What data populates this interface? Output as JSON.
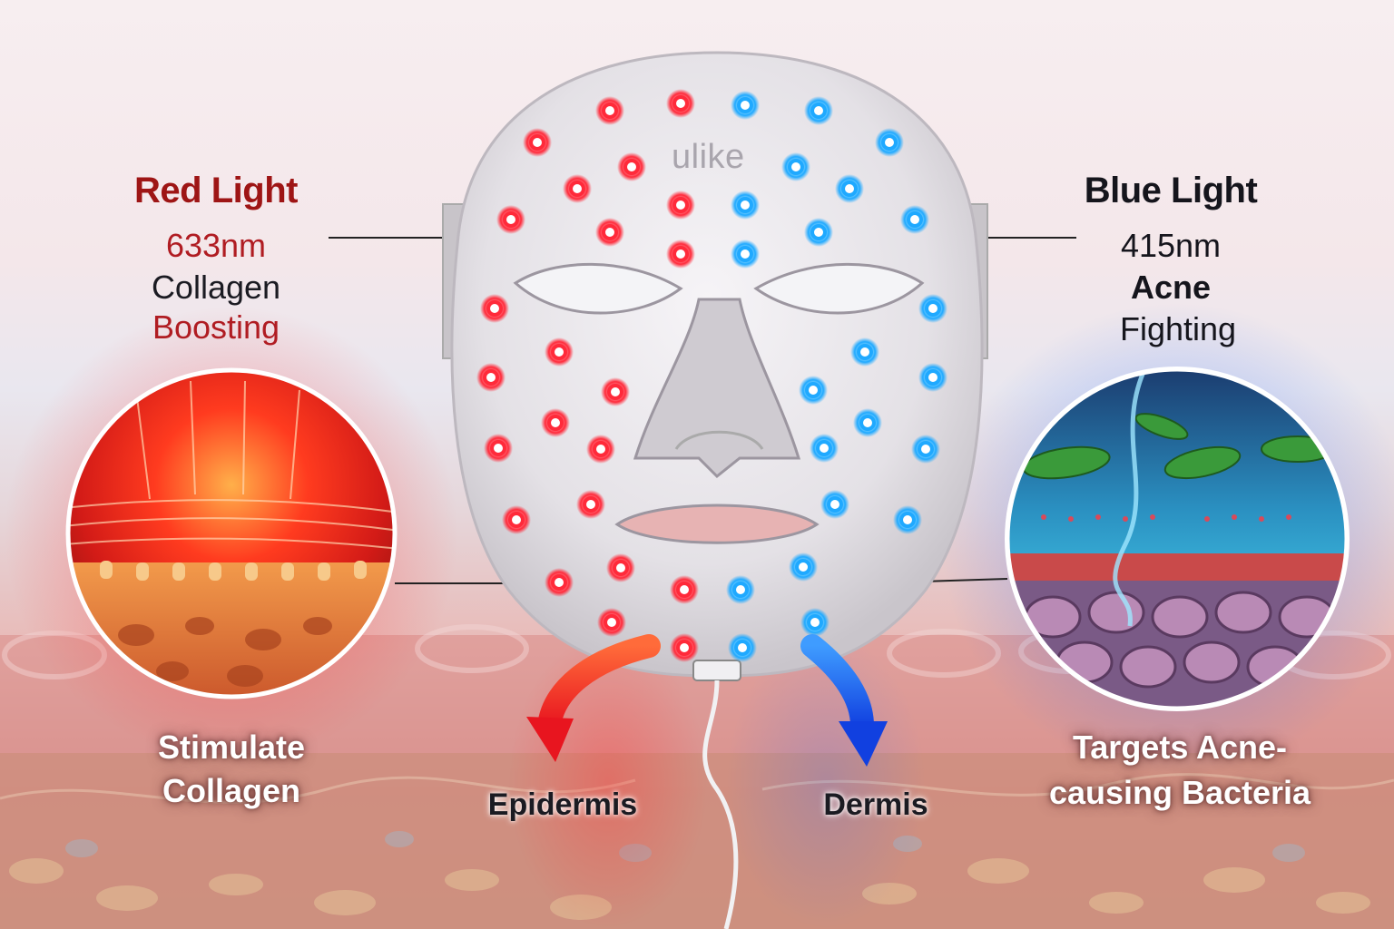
{
  "brand": "ulike",
  "red_light": {
    "title": "Red Light",
    "wavelength": "633nm",
    "benefit_line1": "Collagen",
    "benefit_line2": "Boosting",
    "caption_line1": "Stimulate",
    "caption_line2": "Collagen"
  },
  "blue_light": {
    "title": "Blue Light",
    "wavelength": "415nm",
    "benefit_line1": "Acne",
    "benefit_line2": "Fighting",
    "caption_line1": "Targets Acne-",
    "caption_line2": "causing Bacteria"
  },
  "layers": {
    "epidermis": "Epidermis",
    "dermis": "Dermis"
  },
  "colors": {
    "red_title": "#9e1515",
    "red_accent": "#b01c22",
    "blue_title": "#15151c",
    "red_led": "#ff2a3a",
    "blue_led": "#1fa9ff",
    "mask": "#eceaee"
  }
}
